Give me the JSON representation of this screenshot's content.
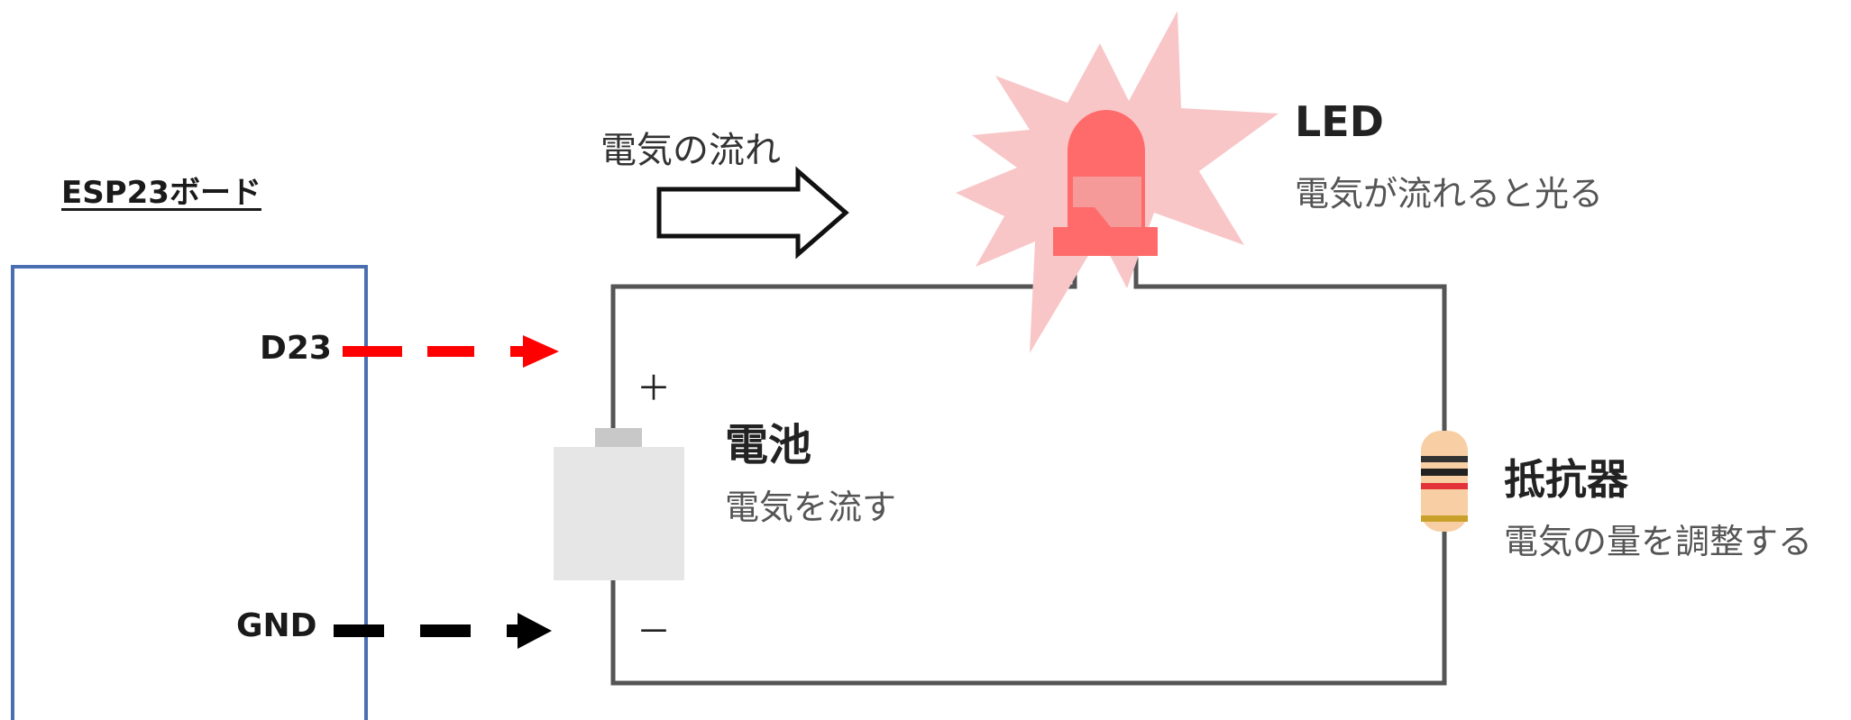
{
  "board": {
    "title": "ESP23ボード",
    "pins": {
      "d23": "D23",
      "gnd": "GND"
    }
  },
  "flow": {
    "label": "電気の流れ"
  },
  "led": {
    "name": "LED",
    "description": "電気が流れると光る"
  },
  "battery": {
    "name": "電池",
    "description": "電気を流す",
    "plus": "＋",
    "minus": "－"
  },
  "resistor": {
    "name": "抵抗器",
    "description": "電気の量を調整する"
  },
  "colors": {
    "board_border": "#4a6fb0",
    "wire": "#555555",
    "d23_signal": "#ff0000",
    "gnd_signal": "#000000",
    "led_body": "#ff6b6b",
    "led_glow": "#f9c6c8",
    "battery_body": "#e6e6e6",
    "resistor_body": "#f8cfa4"
  }
}
